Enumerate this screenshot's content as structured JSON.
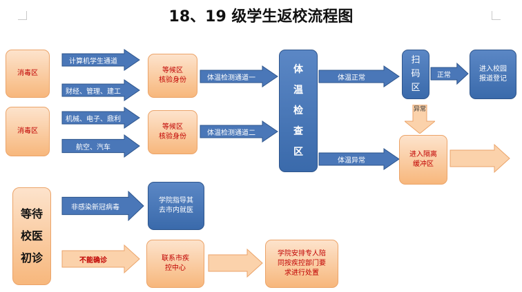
{
  "title": "18、19 级学生返校流程图",
  "colors": {
    "orange_fill": "#f9c99d",
    "orange_border": "#eba368",
    "blue_fill": "#4a77b8",
    "blue_border": "#2d548b",
    "red_text": "#c00000"
  },
  "nodes": {
    "disinfect1": "消毒区",
    "disinfect2": "消毒区",
    "wait1": "等候区\n核验身份",
    "wait2": "等候区\n核验身份",
    "check": "体\n温\n检\n查\n区",
    "scan": "扫\n码\n区",
    "enter": "进入校园\n报道登记",
    "isolation": "进入隔离\n缓冲区",
    "await_doctor": "等待\n校医\n初诊",
    "college_guide": "学院指导其\n去市内就医",
    "contact_cdc": "联系市疾\n控中心",
    "college_staff": "学院安排专人陪\n同按疾控部门要\n求进行处置"
  },
  "arrows": {
    "cs": "计算机学生通道",
    "finance": "财经、管理、建工",
    "mech": "机械、电子、鼎利",
    "aero": "航空、汽车",
    "channel1": "体温检测通道一",
    "channel2": "体温检测通道二",
    "normal1": "体温正常",
    "normal2": "正常",
    "abnormal": "体温异常",
    "abnormal_down": "异常",
    "non_covid": "非感染新冠病毒",
    "cannot_exclude": "不能确诊"
  }
}
